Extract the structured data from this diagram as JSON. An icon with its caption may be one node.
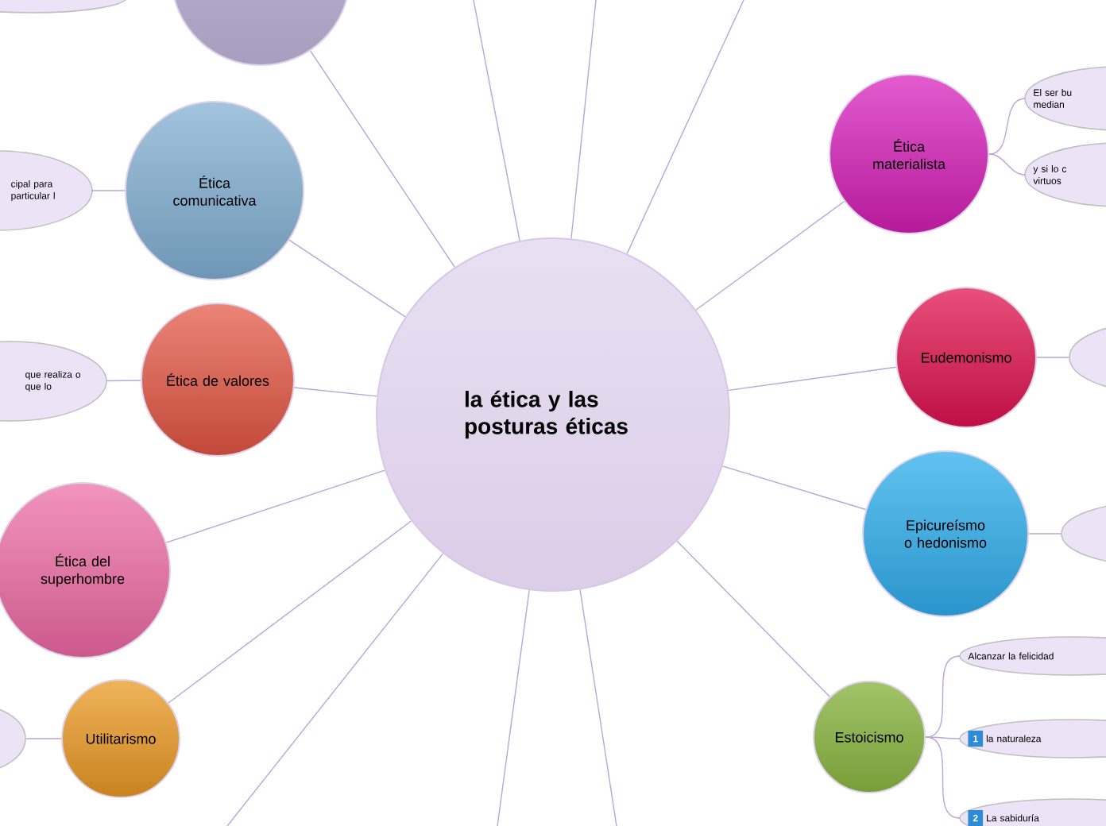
{
  "diagram": {
    "nodes": [
      {
        "text": [
          "la ética y las posturas éticas"
        ]
      },
      {
        "text": [],
        "shape": "circle"
      },
      {
        "text": [],
        "shape": "ellipse"
      },
      {
        "text": [
          "Ética comunicativa"
        ]
      },
      {
        "text": [
          "cipal para particular l"
        ]
      },
      {
        "text": [
          "Ética de valores"
        ]
      },
      {
        "text": [
          "que realiza o que lo"
        ]
      },
      {
        "text": [
          "Ética del superhombre"
        ]
      },
      {
        "text": [
          "Utilitarismo"
        ]
      },
      {
        "text": [],
        "shape": "ellipse"
      },
      {
        "text": [
          "Ética materialista"
        ]
      },
      {
        "text": [
          "El ser bu median"
        ]
      },
      {
        "text": [
          "y si lo c virtuos"
        ]
      },
      {
        "text": [
          "Eudemonismo"
        ]
      },
      {
        "text": [],
        "shape": "ellipse"
      },
      {
        "text": [
          "Epicureísmo o hedonismo"
        ]
      },
      {
        "text": [],
        "shape": "ellipse"
      },
      {
        "text": [
          "Estoicismo"
        ]
      },
      {
        "text": [
          "Alcanzar la felicidad"
        ]
      },
      {
        "text": [
          "1",
          "la naturaleza"
        ]
      },
      {
        "text": [
          "2",
          "La sabiduría"
        ]
      }
    ],
    "edges": [
      {
        "from": 0,
        "to": 1,
        "arrow": "none"
      },
      {
        "from": 0,
        "to": 3,
        "arrow": "none"
      },
      {
        "from": 0,
        "to": 5,
        "arrow": "none"
      },
      {
        "from": 0,
        "to": 7,
        "arrow": "none"
      },
      {
        "from": 0,
        "to": 8,
        "arrow": "none"
      },
      {
        "from": 0,
        "to": 10,
        "arrow": "none"
      },
      {
        "from": 0,
        "to": 13,
        "arrow": "none"
      },
      {
        "from": 0,
        "to": 15,
        "arrow": "none"
      },
      {
        "from": 0,
        "to": 17,
        "arrow": "none"
      },
      {
        "from": 0,
        "to": null,
        "arrow": "none"
      },
      {
        "from": 0,
        "to": null,
        "arrow": "none"
      },
      {
        "from": 0,
        "to": null,
        "arrow": "none"
      },
      {
        "from": 0,
        "to": null,
        "arrow": "none"
      },
      {
        "from": 0,
        "to": null,
        "arrow": "none"
      },
      {
        "from": 0,
        "to": null,
        "arrow": "none"
      },
      {
        "from": 3,
        "to": 4,
        "arrow": "none"
      },
      {
        "from": 5,
        "to": 6,
        "arrow": "none"
      },
      {
        "from": 8,
        "to": 9,
        "arrow": "none"
      },
      {
        "from": 10,
        "to": 11,
        "arrow": "none"
      },
      {
        "from": 10,
        "to": 12,
        "arrow": "none"
      },
      {
        "from": 13,
        "to": 14,
        "arrow": "none"
      },
      {
        "from": 15,
        "to": 16,
        "arrow": "none"
      },
      {
        "from": 17,
        "to": 18,
        "arrow": "none"
      },
      {
        "from": 17,
        "to": 19,
        "arrow": "none"
      },
      {
        "from": 17,
        "to": 20,
        "arrow": "none"
      }
    ]
  }
}
